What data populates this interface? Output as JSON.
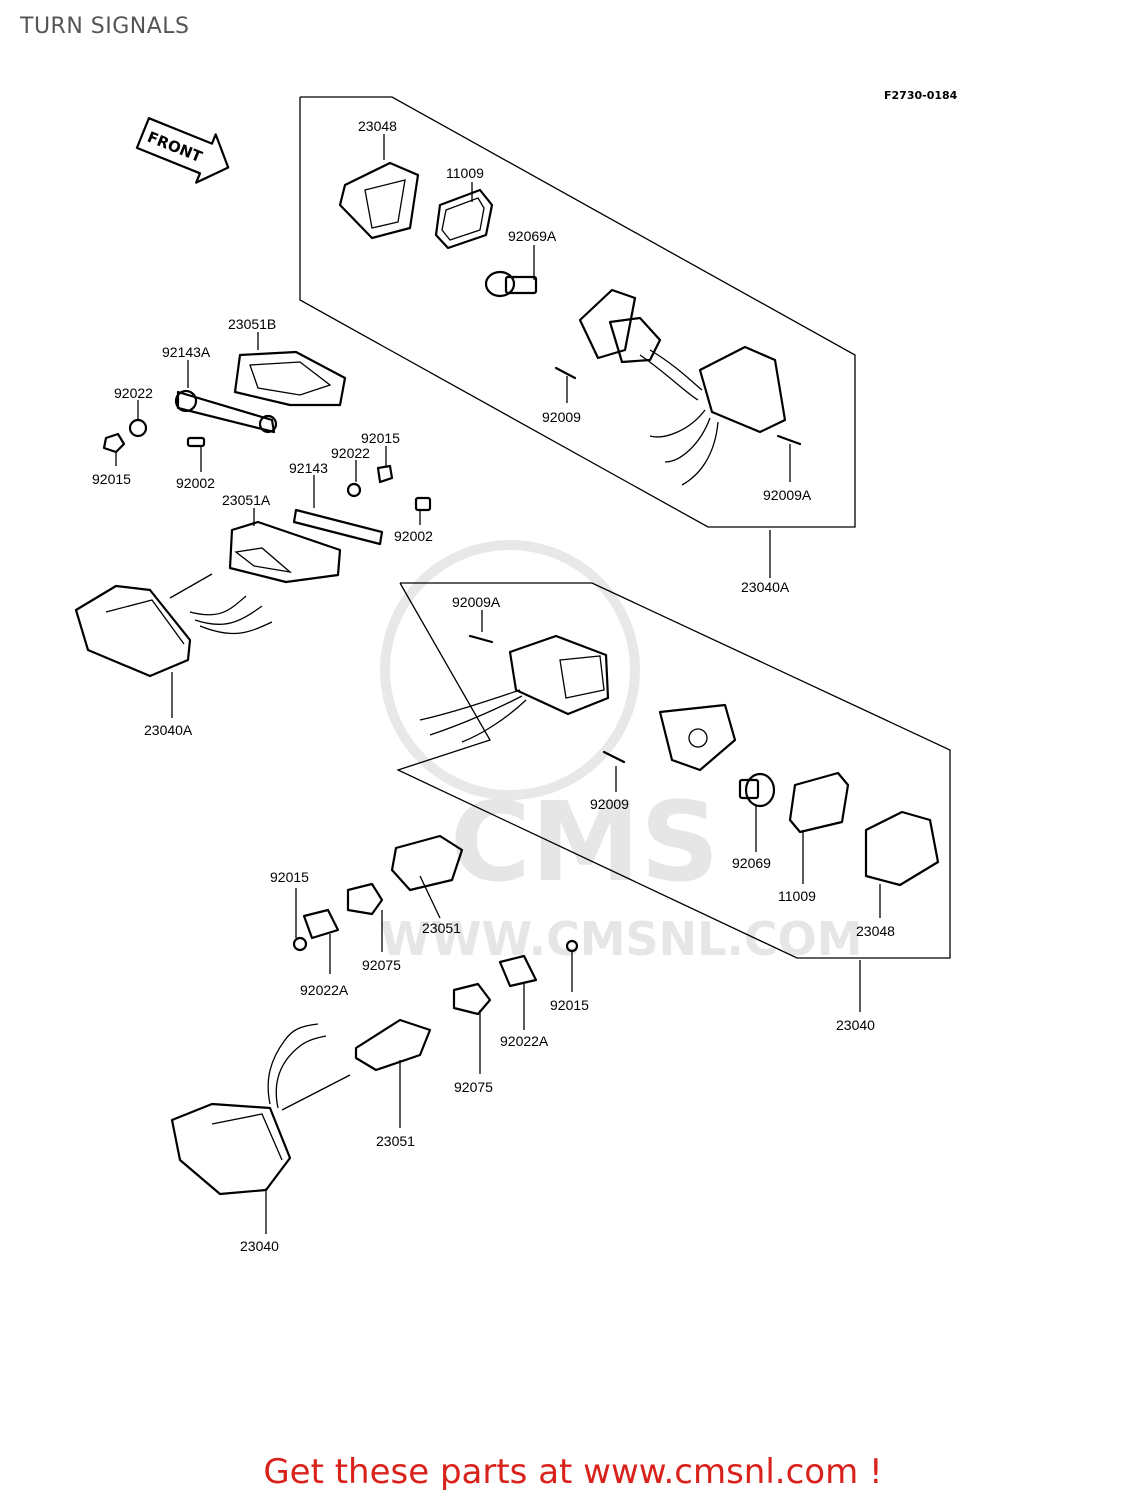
{
  "page": {
    "title": "TURN SIGNALS",
    "figure_code": "F2730-0184"
  },
  "watermark": {
    "brand": "CMS",
    "site": "WWW.CMSNL.COM"
  },
  "front_arrow": "FRONT",
  "callouts": [
    "23048",
    "11009",
    "92069A",
    "23051B",
    "92143A",
    "92022",
    "92015",
    "92002",
    "92009",
    "92009A",
    "92015",
    "92022",
    "92143",
    "23051A",
    "92002",
    "23040A",
    "23040A",
    "92009A",
    "92009",
    "92069",
    "11009",
    "23048",
    "92015",
    "92075",
    "23051",
    "92022A",
    "92015",
    "92022A",
    "92075",
    "23051",
    "23040",
    "23040"
  ],
  "cta": "Get these parts at www.cmsnl.com !"
}
